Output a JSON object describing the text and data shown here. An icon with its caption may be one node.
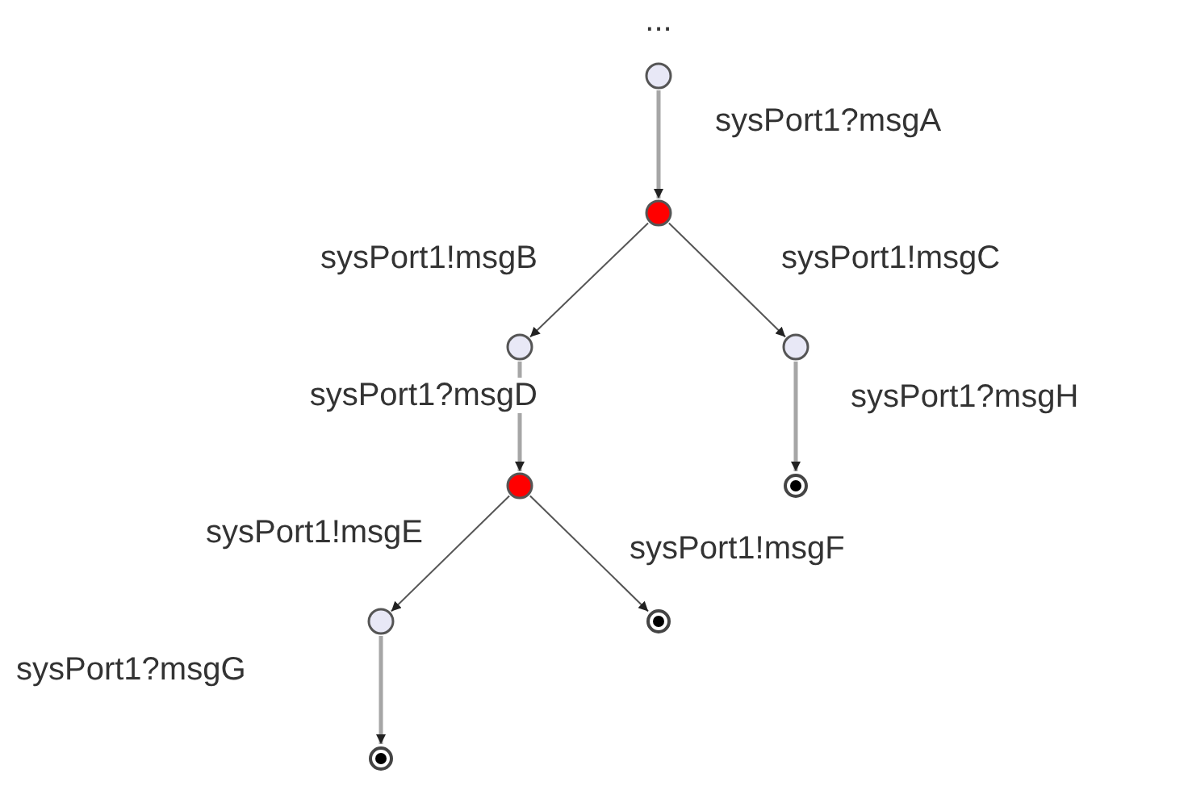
{
  "diagram": {
    "nodes": [
      {
        "text": [],
        "shape": "circle"
      },
      {
        "text": [],
        "shape": "circle"
      },
      {
        "text": [],
        "shape": "circle"
      },
      {
        "text": [],
        "shape": "circle"
      },
      {
        "text": [],
        "shape": "circle"
      },
      {
        "text": [],
        "shape": "bullseye"
      },
      {
        "text": [],
        "shape": "circle"
      },
      {
        "text": [],
        "shape": "bullseye"
      },
      {
        "text": [],
        "shape": "bullseye"
      }
    ],
    "edges": [
      {
        "from": 0,
        "to": 1,
        "arrow": "to",
        "label": "sysPort1?msgA",
        "style": "thick",
        "color": "#a6a6a6"
      },
      {
        "from": 1,
        "to": 2,
        "arrow": "to",
        "label": "sysPort1!msgB"
      },
      {
        "from": 1,
        "to": 3,
        "arrow": "to",
        "label": "sysPort1!msgC"
      },
      {
        "from": 2,
        "to": 4,
        "arrow": "to",
        "label": "sysPort1?msgD",
        "style": "thick",
        "color": "#a6a6a6"
      },
      {
        "from": 3,
        "to": 5,
        "arrow": "to",
        "label": "sysPort1?msgH",
        "style": "thick",
        "color": "#a6a6a6"
      },
      {
        "from": 4,
        "to": 6,
        "arrow": "to",
        "label": "sysPort1!msgE"
      },
      {
        "from": 4,
        "to": 7,
        "arrow": "to",
        "label": "sysPort1!msgF"
      },
      {
        "from": 6,
        "to": 8,
        "arrow": "to",
        "label": "sysPort1?msgG",
        "style": "thick",
        "color": "#a6a6a6"
      }
    ],
    "labels": [
      "..."
    ]
  }
}
